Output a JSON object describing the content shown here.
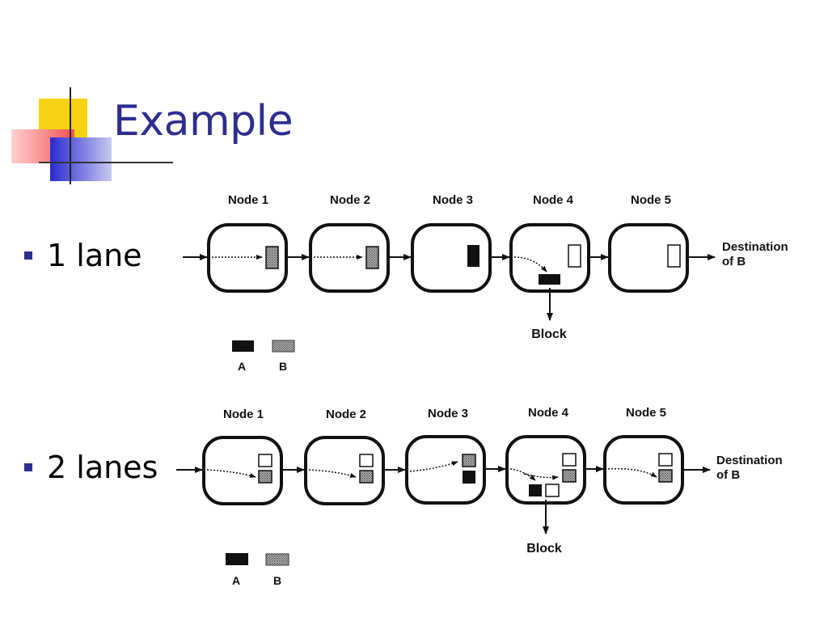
{
  "slide": {
    "title": "Example"
  },
  "bullets": [
    {
      "text": "1 lane"
    },
    {
      "text": "2 lanes"
    }
  ],
  "colors": {
    "title": "#2e2e8f",
    "bullet": "#2e2e8f",
    "deco_yellow": "#f5d313",
    "deco_red": "#f06060",
    "deco_blue": "#3a3ad0"
  },
  "diagrams": [
    {
      "nodes": [
        "Node 1",
        "Node 2",
        "Node 3",
        "Node 4",
        "Node 5"
      ],
      "destination_line1": "Destination",
      "destination_line2": "of B",
      "block_label": "Block",
      "legend": {
        "a": "A",
        "b": "B"
      }
    },
    {
      "nodes": [
        "Node 1",
        "Node 2",
        "Node 3",
        "Node 4",
        "Node 5"
      ],
      "destination_line1": "Destination",
      "destination_line2": "of B",
      "block_label": "Block",
      "legend": {
        "a": "A",
        "b": "B"
      }
    }
  ]
}
